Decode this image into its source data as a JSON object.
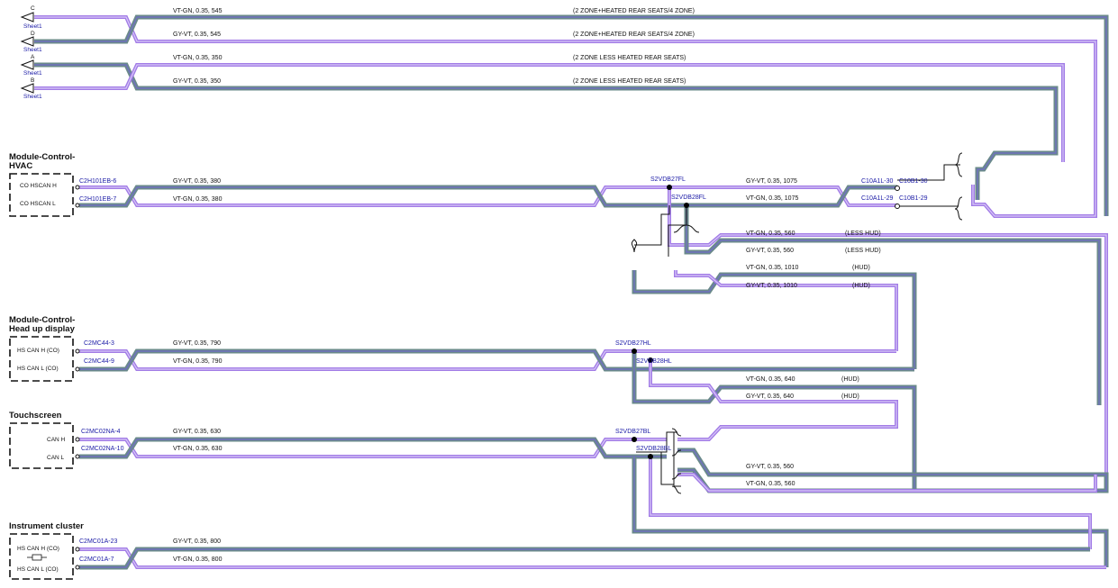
{
  "off_page": [
    {
      "letter": "C",
      "sheet": "Sheet1"
    },
    {
      "letter": "D",
      "sheet": "Sheet1"
    },
    {
      "letter": "A",
      "sheet": "Sheet1"
    },
    {
      "letter": "B",
      "sheet": "Sheet1"
    }
  ],
  "top_wires": [
    {
      "spec": "VT-GN,  0.35,  545",
      "note": "(2 ZONE+HEATED REAR SEATS/4 ZONE)"
    },
    {
      "spec": "GY-VT,  0.35,  545",
      "note": "(2 ZONE+HEATED REAR SEATS/4 ZONE)"
    },
    {
      "spec": "VT-GN,  0.35,  350",
      "note": "(2 ZONE LESS HEATED REAR SEATS)"
    },
    {
      "spec": "GY-VT,  0.35,  350",
      "note": "(2 ZONE LESS HEATED REAR SEATS)"
    }
  ],
  "modules": {
    "hvac": {
      "title_line1": "Module-Control-",
      "title_line2": "HVAC",
      "pin1": "CO HSCAN H",
      "pin2": "CO HSCAN L",
      "conn1": "C2H101EB-6",
      "conn2": "C2H101EB-7",
      "wire1": "GY-VT,  0.35,  380",
      "wire2": "VT-GN,  0.35,  380"
    },
    "hud": {
      "title_line1": "Module-Control-",
      "title_line2": "Head up display",
      "pin1": "HS CAN H (CO)",
      "pin2": "HS CAN L (CO)",
      "conn1": "C2MC44-3",
      "conn2": "C2MC44-9",
      "wire1": "GY-VT,  0.35,  790",
      "wire2": "VT-GN,  0.35,  790"
    },
    "touch": {
      "title_line1": "Touchscreen",
      "pin1": "CAN H",
      "pin2": "CAN L",
      "conn1": "C2MC02NA-4",
      "conn2": "C2MC02NA-10",
      "wire1": "GY-VT,  0.35,  630",
      "wire2": "VT-GN,  0.35,  630"
    },
    "cluster": {
      "title_line1": "Instrument cluster",
      "pin1": "HS CAN H (CO)",
      "pin2": "HS CAN L (CO)",
      "conn1": "C2MC01A-23",
      "conn2": "C2MC01A-7",
      "wire1": "GY-VT,  0.35,  800",
      "wire2": "VT-GN,  0.35,  800"
    }
  },
  "splices": {
    "fl_h": "S2VDB27FL",
    "fl_l": "S2VDB28FL",
    "hl_h": "S2VDB27HL",
    "hl_l": "S2VDB28HL",
    "bl_h": "S2VDB27BL",
    "bl_l": "S2VDB28BL"
  },
  "right_wires": {
    "w1075a": "GY-VT,  0.35,  1075",
    "w1075b": "VT-GN,  0.35,  1075",
    "c10a": "C10A1L-30",
    "c10b": "C10B1-30",
    "c10c": "C10A1L-29",
    "c10d": "C10B1-29",
    "w560a": "VT-GN,  0.35,  560",
    "n560a": "(LESS HUD)",
    "w560b": "GY-VT,  0.35,  560",
    "n560b": "(LESS HUD)",
    "w1010a": "VT-GN,  0.35,  1010",
    "n1010a": "(HUD)",
    "w1010b": "GY-VT,  0.35,  1010",
    "n1010b": "(HUD)",
    "w640a": "VT-GN,  0.35,  640",
    "n640a": "(HUD)",
    "w640b": "GY-VT,  0.35,  640",
    "n640b": "(HUD)",
    "w560c": "GY-VT,  0.35,  560",
    "w560d": "VT-GN,  0.35,  560"
  },
  "colors": {
    "green_wire": "#6a8a8a",
    "violet_wire": "#a27ce6",
    "connector_text": "#1a1aa6"
  }
}
